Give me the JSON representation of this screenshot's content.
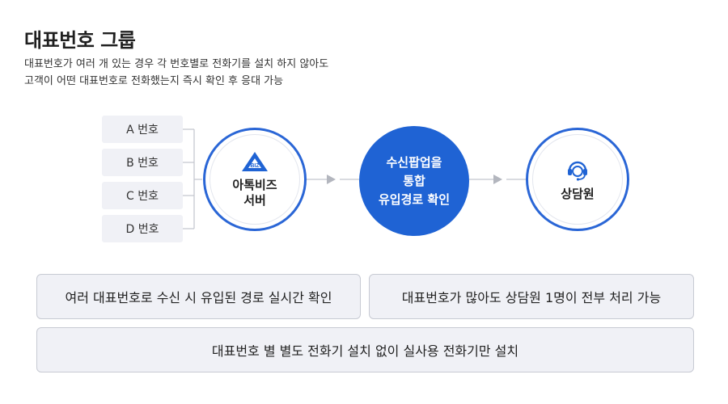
{
  "title": "대표번호 그룹",
  "description": [
    "대표번호가 여러 개 있는 경우 각 번호별로 전화기를 설치 하지 않아도",
    "고객이 어떤 대표번호로 전화했는지 즉시 확인 후 응대 가능"
  ],
  "numbers": [
    "A 번호",
    "B 번호",
    "C 번호",
    "D 번호"
  ],
  "server": {
    "logo_text": "BIZ",
    "label_line1": "아톡비즈",
    "label_line2": "서버"
  },
  "popup": {
    "line1": "수신팝업을",
    "line2": "통합",
    "line3": "유입경로 확인"
  },
  "agent": {
    "label": "상담원"
  },
  "features": [
    "여러 대표번호로 수신 시 유입된 경로 실시간 확인",
    "대표번호가 많아도 상담원 1명이 전부 처리 가능",
    "대표번호 별 별도 전화기 설치 없이 실사용 전화기만 설치"
  ],
  "colors": {
    "accent": "#1f63d4",
    "box_bg": "#f0f1f6",
    "line": "#c2c5cd"
  }
}
